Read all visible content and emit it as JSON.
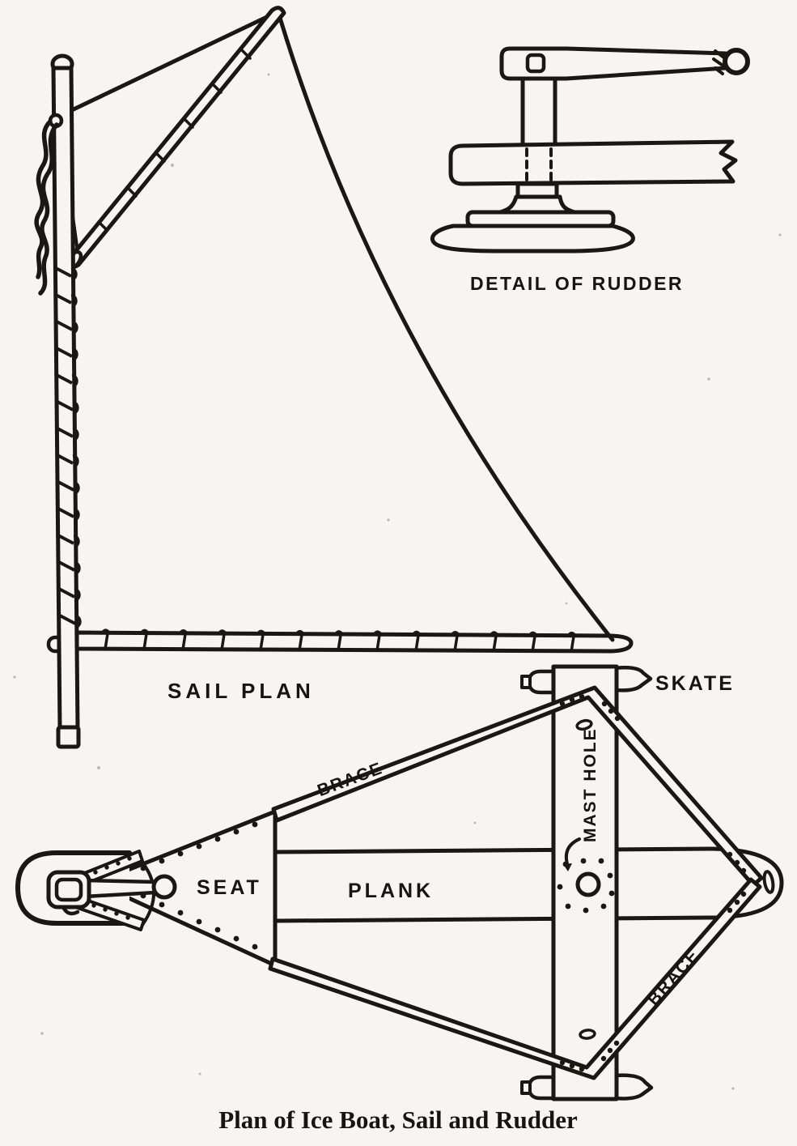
{
  "palette": {
    "background": "#f6f5f1",
    "ink": "#1b1713"
  },
  "sail_plan": {
    "label": "SAIL PLAN"
  },
  "rudder_detail": {
    "label": "DETAIL OF RUDDER"
  },
  "plan": {
    "skate_label": "SKATE",
    "brace_upper_label": "BRACE",
    "brace_lower_label": "BRACE",
    "seat_label": "SEAT",
    "plank_label": "PLANK",
    "mast_hole_label": "MAST HOLE"
  },
  "caption": "Plan of Ice Boat, Sail and Rudder"
}
